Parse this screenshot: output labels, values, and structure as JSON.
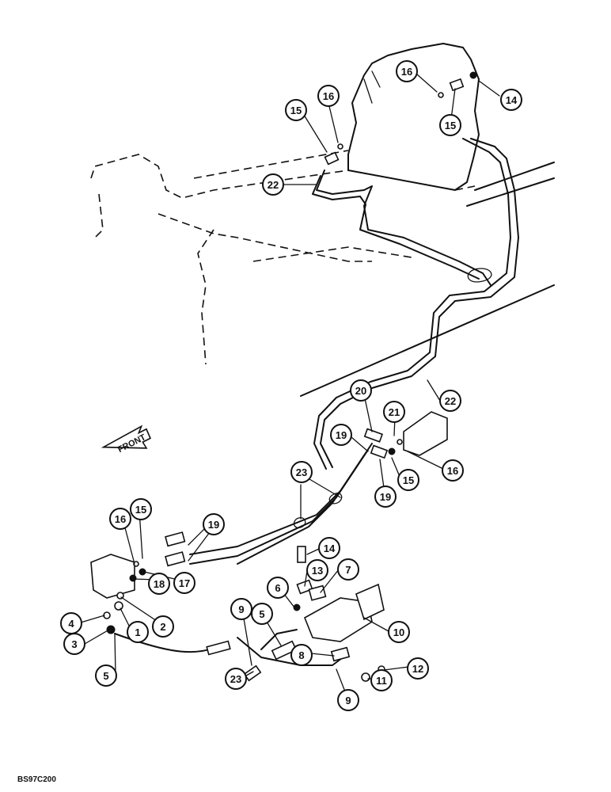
{
  "front_label": "FRONT",
  "figure_code": "BS97C200",
  "callouts": [
    "16",
    "14",
    "15",
    "16",
    "15",
    "22",
    "22",
    "20",
    "21",
    "19",
    "16",
    "15",
    "19",
    "23",
    "19",
    "16",
    "15",
    "14",
    "13",
    "7",
    "6",
    "9",
    "5",
    "10",
    "18",
    "17",
    "4",
    "1",
    "2",
    "3",
    "5",
    "8",
    "12",
    "23",
    "9",
    "11"
  ]
}
